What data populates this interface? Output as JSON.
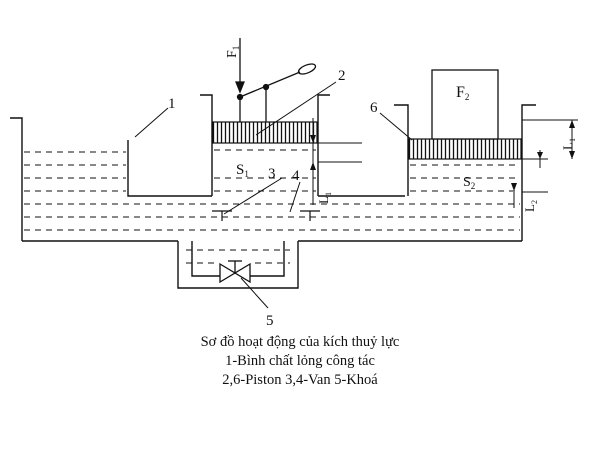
{
  "diagram": {
    "labels": {
      "force_1": "F",
      "force_1_sub": "1",
      "force_2": "F",
      "force_2_sub": "2",
      "area_1": "S",
      "area_1_sub": "1",
      "area_2": "S",
      "area_2_sub": "2",
      "len_1": "L",
      "len_1_sub": "1",
      "len_2": "L",
      "len_2_sub": "2",
      "len_small": "L",
      "len_small_sub": "1",
      "callout_1": "1",
      "callout_2": "2",
      "callout_3": "3",
      "callout_4": "4",
      "callout_5": "5",
      "callout_6": "6"
    }
  },
  "caption": {
    "line1": "Sơ đồ hoạt động của kích thuỷ lực",
    "line2": "1-Bình chất lỏng công tác",
    "line3": "2,6-Piston 3,4-Van 5-Khoá"
  }
}
